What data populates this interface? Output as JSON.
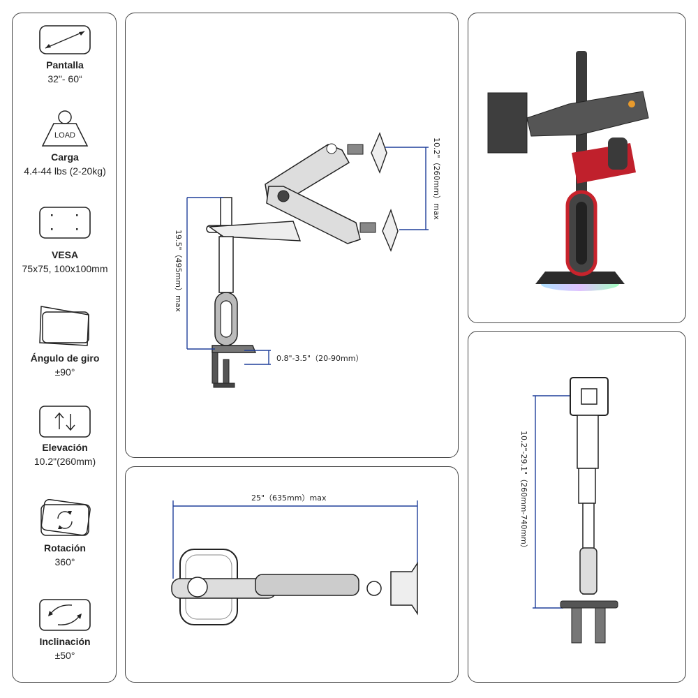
{
  "specs": [
    {
      "icon": "screen-size-icon",
      "title": "Pantalla",
      "value": "32\"- 60“"
    },
    {
      "icon": "load-weight-icon",
      "title": "Carga",
      "value": "4.4-44 lbs (2-20kg)",
      "icon_text": "LOAD"
    },
    {
      "icon": "vesa-pattern-icon",
      "title": "VESA",
      "value": "75x75, 100x100mm"
    },
    {
      "icon": "swivel-angle-icon",
      "title": "Ángulo de giro",
      "value": "±90°"
    },
    {
      "icon": "height-adjust-icon",
      "title": "Elevación",
      "value": "10.2\"(260mm)"
    },
    {
      "icon": "rotation-icon",
      "title": "Rotación",
      "value": "360°"
    },
    {
      "icon": "tilt-icon",
      "title": "Inclinación",
      "value": "±50°"
    }
  ],
  "side_view": {
    "pole_height": "19.5\"（495mm）max",
    "arm_travel": "10.2\"（260mm）max",
    "clamp_range": "0.8\"-3.5\"（20-90mm）"
  },
  "top_view": {
    "reach": "25\"（635mm）max"
  },
  "front_view": {
    "height_range": "10.2\"-29.1\"（260mm-740mm）"
  }
}
